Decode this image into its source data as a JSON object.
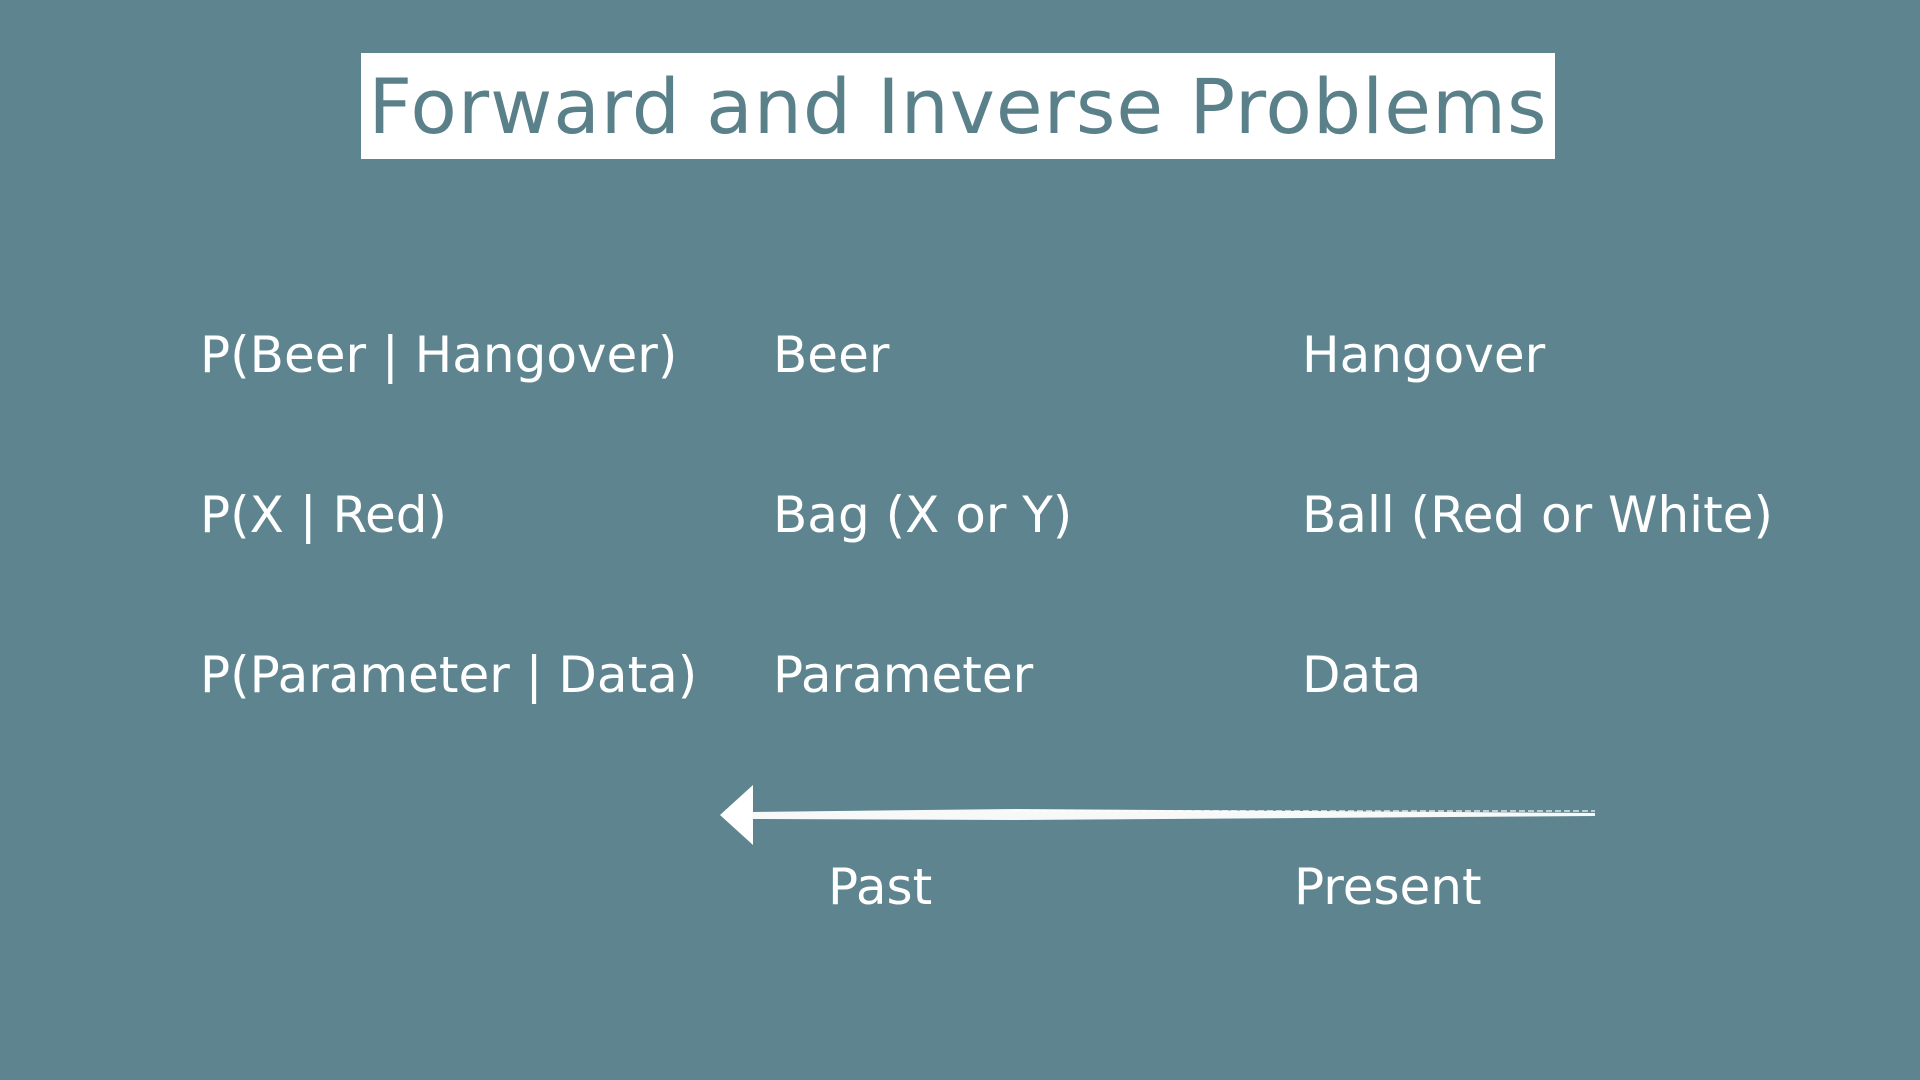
{
  "title": "Forward and Inverse Problems",
  "rows": [
    {
      "probability": "P(Beer | Hangover)",
      "cause": "Beer",
      "effect": "Hangover"
    },
    {
      "probability": "P(X | Red)",
      "cause": "Bag (X or Y)",
      "effect": "Ball (Red or White)"
    },
    {
      "probability": "P(Parameter | Data)",
      "cause": "Parameter",
      "effect": "Data"
    }
  ],
  "timeline": {
    "left_label": "Past",
    "right_label": "Present",
    "direction": "arrow-left"
  },
  "colors": {
    "background": "#5e858f",
    "title_text": "#5a808a",
    "text": "#ffffff"
  }
}
